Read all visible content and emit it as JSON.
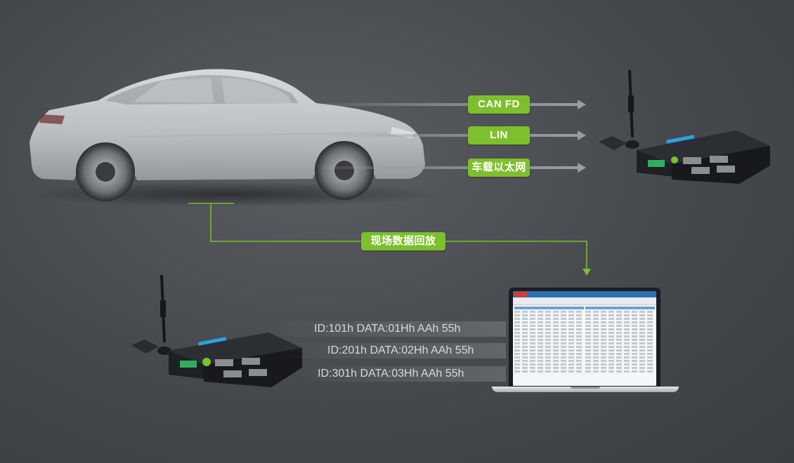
{
  "labels": {
    "can_fd": "CAN FD",
    "lin": "LIN",
    "ethernet": "车载以太网",
    "replay": "现场数据回放"
  },
  "messages": [
    "ID:101h DATA:01Hh AAh 55h",
    "ID:201h DATA:02Hh AAh 55h",
    "ID:301h DATA:03Hh AAh 55h"
  ],
  "colors": {
    "background": "#45484c",
    "accent_green": "#7dbf2c",
    "arrow_gray": "#9a9da1",
    "device_body": "#1e2023",
    "device_accent": "#2aa3e0"
  },
  "icons": [
    "car-icon",
    "data-logger-device-icon",
    "antenna-icon",
    "laptop-icon"
  ]
}
